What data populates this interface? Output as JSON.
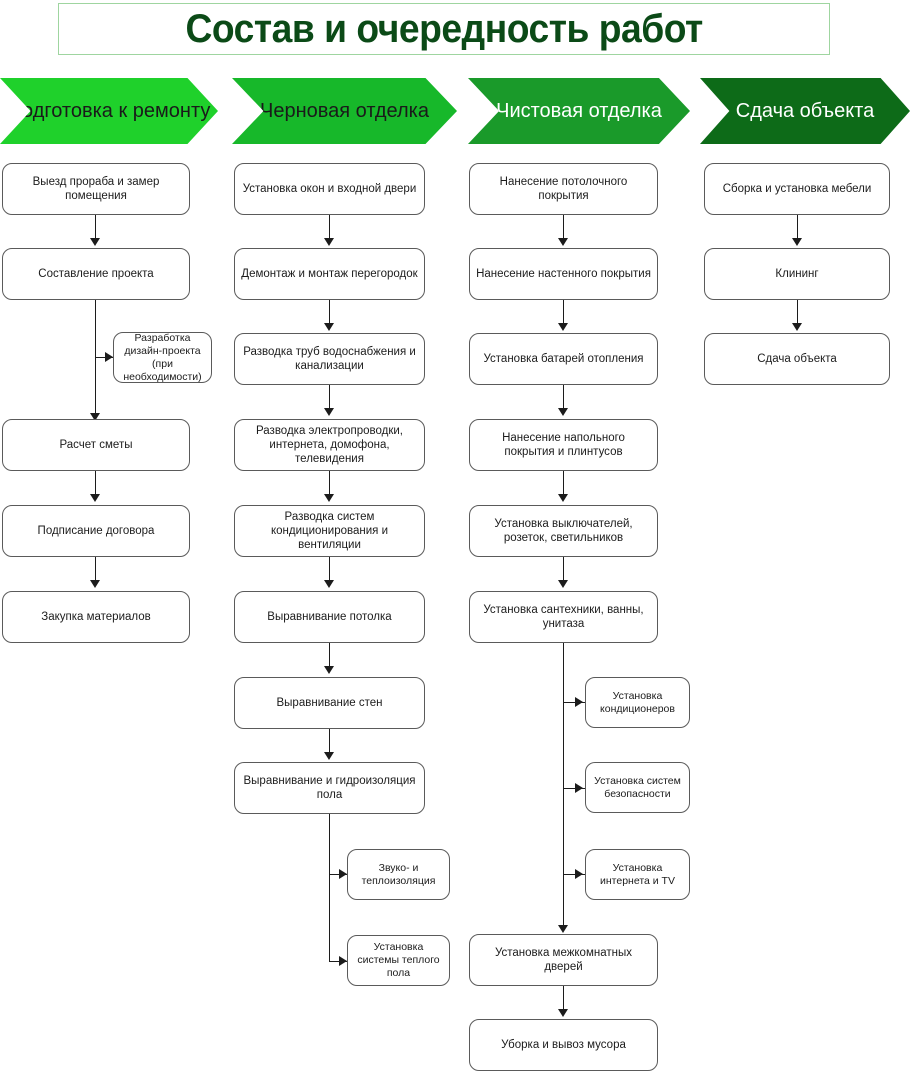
{
  "title": "Состав и очередность работ",
  "colors": {
    "title_text": "#0b4a17",
    "title_border": "#9fd5a0",
    "phase1_fill": "#1fd12b",
    "phase2_fill": "#17b82a",
    "phase3_fill": "#1a9a2a",
    "phase4_fill": "#0d6b18",
    "node_border": "#5a5a5a",
    "connector": "#1c1c1c"
  },
  "phases": [
    {
      "label": "Подготовка к ремонту",
      "fill": "#1fd12b",
      "text_color": "#1a1a1a"
    },
    {
      "label": "Черновая отделка",
      "fill": "#17b82a",
      "text_color": "#1a1a1a"
    },
    {
      "label": "Чистовая отделка",
      "fill": "#1a9a2a",
      "text_color": "#ffffff"
    },
    {
      "label": "Сдача объекта",
      "fill": "#0d6b18",
      "text_color": "#ffffff"
    }
  ],
  "columns": [
    {
      "name": "Подготовка к ремонту",
      "steps": [
        "Выезд прораба и замер помещения",
        "Составление проекта",
        "Расчет сметы",
        "Подписание договора",
        "Закупка материалов"
      ],
      "branches": [
        "Разработка дизайн-проекта (при необходимости)"
      ]
    },
    {
      "name": "Черновая отделка",
      "steps": [
        "Установка окон и входной двери",
        "Демонтаж и монтаж перегородок",
        "Разводка труб водоснабжения и канализации",
        "Разводка электропроводки, интернета, домофона, телевидения",
        "Разводка систем кондиционирования и вентиляции",
        "Выравнивание потолка",
        "Выравнивание стен",
        "Выравнивание и гидроизоляция пола"
      ],
      "branches": [
        "Звуко- и теплоизоляция",
        "Установка системы теплого пола"
      ]
    },
    {
      "name": "Чистовая отделка",
      "steps": [
        "Нанесение потолочного покрытия",
        "Нанесение настенного покрытия",
        "Установка батарей отопления",
        "Нанесение напольного покрытия и плинтусов",
        "Установка выключателей, розеток, светильников",
        "Установка сантехники, ванны, унитаза",
        "Установка межкомнатных дверей",
        "Уборка и вывоз мусора"
      ],
      "branches": [
        "Установка кондиционеров",
        "Установка систем безопасности",
        "Установка интернета и TV"
      ]
    },
    {
      "name": "Сдача объекта",
      "steps": [
        "Сборка и установка мебели",
        "Клининг",
        "Сдача объекта"
      ],
      "branches": []
    }
  ]
}
